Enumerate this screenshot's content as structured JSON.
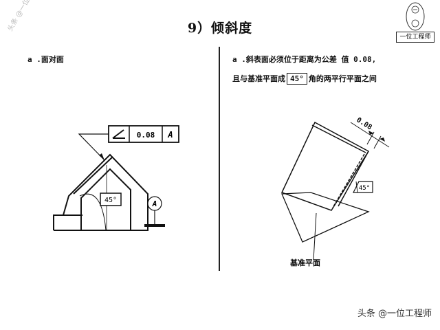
{
  "title": "9）倾斜度",
  "logo": {
    "label": "一位工程师",
    "icon": "engineer-logo-icon"
  },
  "side_watermark": "头条 @一位工程师",
  "left_panel": {
    "caption": "a .面对面",
    "frame": {
      "symbol_icon": "angularity-symbol-icon",
      "tolerance": "0.08",
      "datum": "A"
    },
    "angle": "45°",
    "datum_label": "A"
  },
  "right_panel": {
    "caption_line1": "a .斜表面必须位于距离为公差 值 0.08,",
    "caption_line2_pre": "且与基准平面成",
    "caption_line2_box": "45°",
    "caption_line2_post": "角的两平行平面之间",
    "tolerance_dim": "0.08",
    "angle": "45°",
    "datum_plane_label": "基准平面"
  },
  "footer_watermark": "头条 @一位工程师"
}
